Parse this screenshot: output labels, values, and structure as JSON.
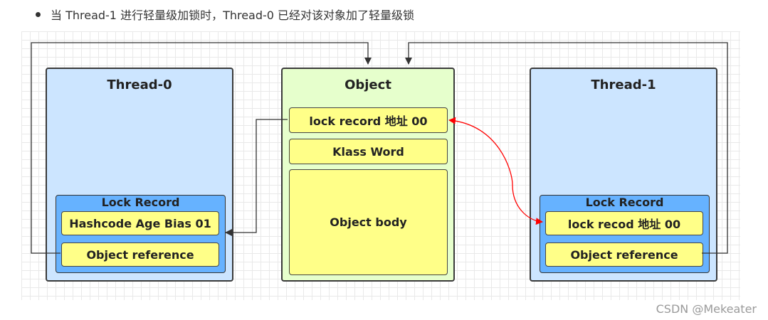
{
  "heading": "当 Thread-1 进行轻量级加锁时，Thread-0 已经对该对象加了轻量级锁",
  "thread0": {
    "title": "Thread-0",
    "lock_record": {
      "title": "Lock Record",
      "field1": "Hashcode Age Bias 01",
      "field2": "Object reference"
    }
  },
  "object": {
    "title": "Object",
    "mark_word": "lock record 地址 00",
    "klass_word": "Klass Word",
    "body": "Object body"
  },
  "thread1": {
    "title": "Thread-1",
    "lock_record": {
      "title": "Lock Record",
      "field1": "lock recod 地址 00",
      "field2": "Object reference"
    }
  },
  "watermark": "CSDN @Mekeater",
  "colors": {
    "thread_fill": "#cce5ff",
    "object_fill": "#e6ffcc",
    "lock_record_fill": "#66b2ff",
    "field_fill": "#ffff88",
    "connector": "#333333",
    "cas_arrow": "#ff0000"
  }
}
